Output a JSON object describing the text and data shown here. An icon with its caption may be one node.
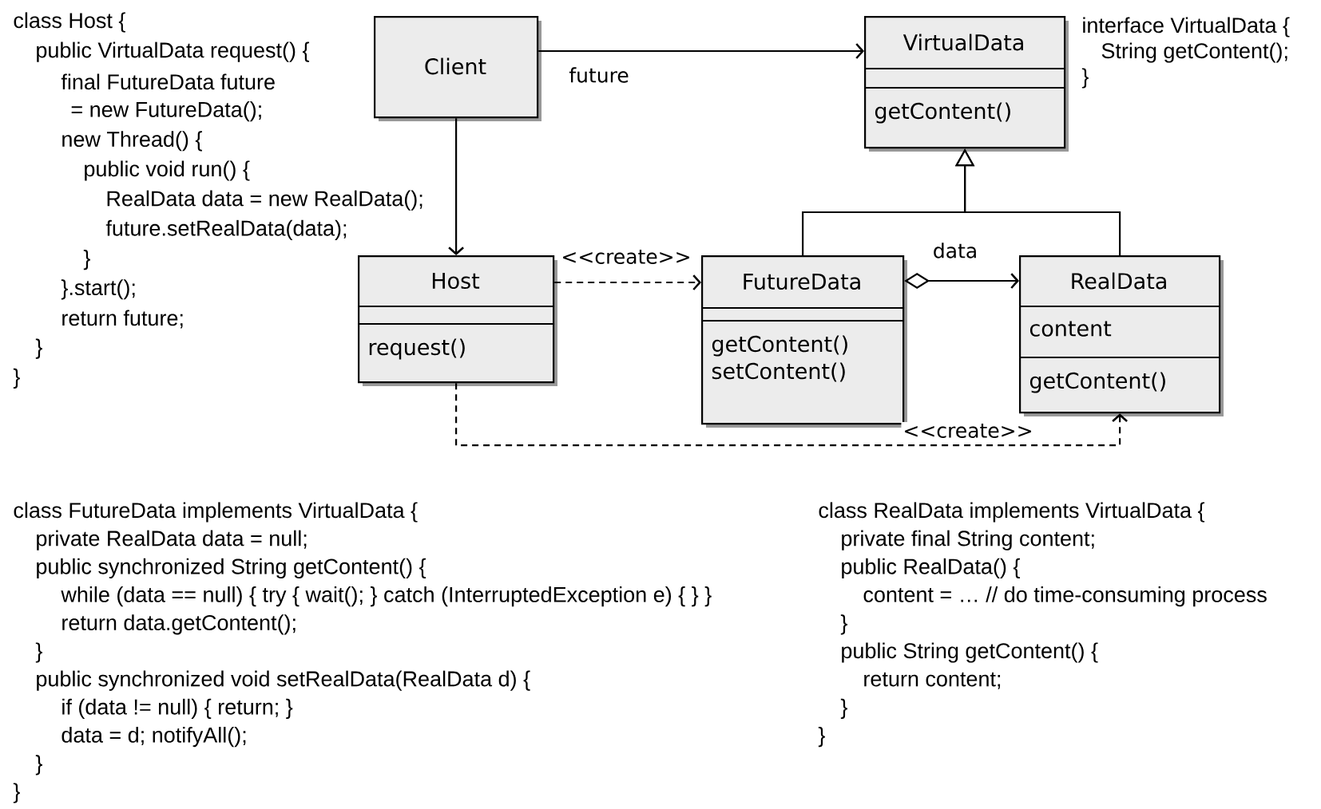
{
  "diagram": {
    "nodes": [
      {
        "text": [
          "Client"
        ]
      },
      {
        "text": [
          "VirtualData",
          "getContent()"
        ]
      },
      {
        "text": [
          "Host",
          "request()"
        ]
      },
      {
        "text": [
          "FutureData",
          "getContent() setContent()"
        ]
      },
      {
        "text": [
          "RealData",
          "content",
          "getContent()"
        ]
      }
    ],
    "edges": [
      {
        "from": 0,
        "to": 1,
        "arrow": "to",
        "label": "future"
      },
      {
        "from": 0,
        "to": 2,
        "arrow": "to"
      },
      {
        "from": 2,
        "to": 3,
        "arrow": "to",
        "label": "<<create>>",
        "style": "dashed"
      },
      {
        "from": 3,
        "to": 4,
        "arrow": "to",
        "label": "data"
      },
      {
        "from": 3,
        "to": 1,
        "arrow": "to"
      },
      {
        "from": 4,
        "to": 1,
        "arrow": "to"
      },
      {
        "from": 2,
        "to": 4,
        "arrow": "to",
        "label": "<<create>>",
        "style": "dashed"
      }
    ],
    "labels": [
      "class Host {",
      "public VirtualData request() {",
      "final FutureData future",
      "= new FutureData();",
      "new Thread() {",
      "public void run() {",
      "RealData data = new RealData();",
      "future.setRealData(data);",
      "}",
      "}.start();",
      "return future;",
      "}",
      "}",
      "interface VirtualData {",
      "String getContent();",
      "}",
      "class FutureData implements VirtualData {",
      "private RealData data = null;",
      "public synchronized String getContent() {",
      "while (data == null) { try { wait(); } catch (InterruptedException e) { } }",
      "return data.getContent();",
      "}",
      "public synchronized void setRealData(RealData d) {",
      "if (data != null) { return; }",
      "data = d; notifyAll();",
      "}",
      "}",
      "class RealData implements VirtualData {",
      "private final String content;",
      "public RealData() {",
      "content = … // do time-consuming process",
      "}",
      "public String getContent() {",
      "return content;",
      "}",
      "}"
    ]
  }
}
